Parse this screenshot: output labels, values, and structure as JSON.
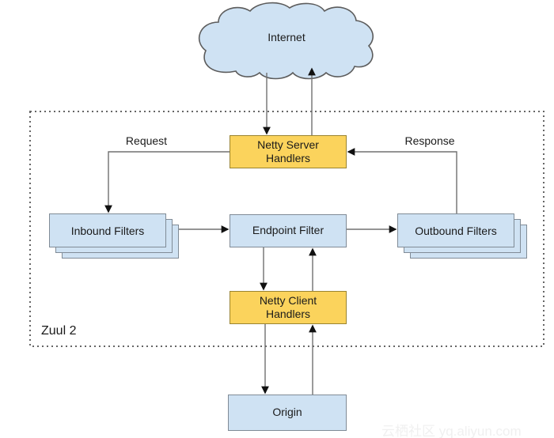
{
  "diagram": {
    "container_label": "Zuul 2",
    "cloud": {
      "label": "Internet"
    },
    "nodes": {
      "netty_server": {
        "label": "Netty Server Handlers",
        "type": "yellow"
      },
      "inbound_filters": {
        "label": "Inbound Filters",
        "type": "blue-stack"
      },
      "endpoint_filter": {
        "label": "Endpoint Filter",
        "type": "blue"
      },
      "outbound_filters": {
        "label": "Outbound Filters",
        "type": "blue-stack"
      },
      "netty_client": {
        "label": "Netty Client Handlers",
        "type": "yellow"
      },
      "origin": {
        "label": "Origin",
        "type": "blue"
      }
    },
    "edge_labels": {
      "request": "Request",
      "response": "Response"
    },
    "flow": [
      "Internet -> Netty Server Handlers",
      "Netty Server Handlers -> Inbound Filters (Request)",
      "Inbound Filters -> Endpoint Filter",
      "Endpoint Filter -> Outbound Filters",
      "Outbound Filters -> Netty Server Handlers (Response)",
      "Netty Server Handlers -> Internet",
      "Endpoint Filter <-> Netty Client Handlers",
      "Netty Client Handlers <-> Origin"
    ],
    "colors": {
      "node_blue_fill": "#cfe2f3",
      "node_yellow_fill": "#fbd35c",
      "blue_border": "#808b96",
      "yellow_border": "#9a8430",
      "line_stroke": "#707070",
      "boundary_stroke": "#666666",
      "arrowhead": "#111111",
      "text": "#1a1a1a"
    }
  },
  "watermark": {
    "text": "云栖社区 yq.aliyun.com"
  }
}
